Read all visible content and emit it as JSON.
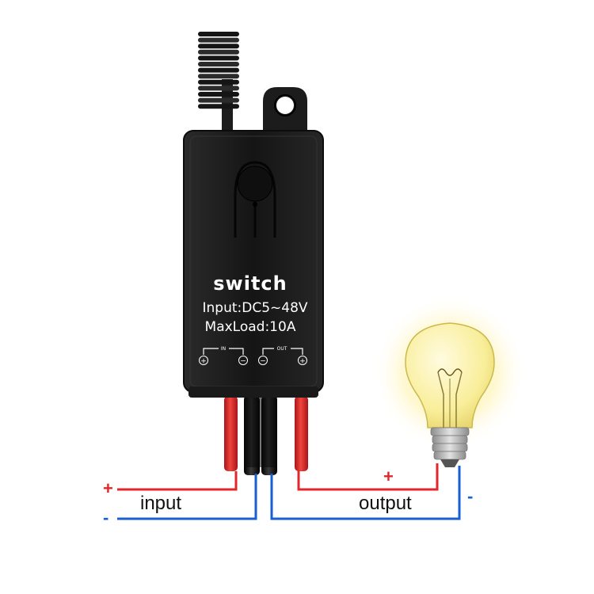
{
  "device": {
    "title": "switch",
    "input_spec": "Input:DC5~48V",
    "max_load": "MaxLoad:10A",
    "in_label": "IN",
    "out_label": "OUT",
    "terminals": [
      "+",
      "−",
      "−",
      "+"
    ]
  },
  "wiring": {
    "input_label": "input",
    "output_label": "output",
    "input_plus": "+",
    "input_minus": "-",
    "output_plus": "+",
    "output_minus": "-"
  },
  "colors": {
    "positive_wire": "#e3262b",
    "negative_wire": "#1a5fd1",
    "device_body": "#1f1f1f",
    "bulb_glow": "#fff1a0"
  },
  "icons": [
    "antenna-coil-icon",
    "mounting-tab-icon",
    "indicator-led-icon",
    "light-bulb-icon"
  ]
}
